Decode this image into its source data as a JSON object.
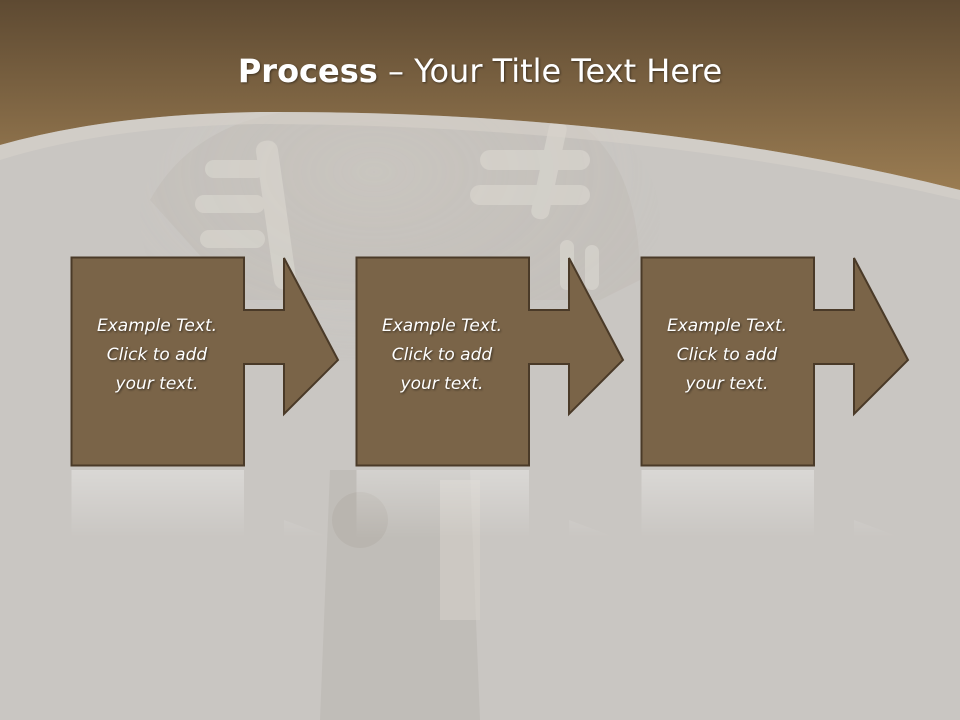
{
  "slide": {
    "title_bold": "Process",
    "title_rest": " – Your Title Text Here",
    "colors": {
      "header_dark": "#6b5538",
      "header_light": "#9a7c52",
      "box_fill": "#7a6448",
      "box_stroke": "#4a3a28",
      "background": "#c9c6c2"
    }
  },
  "steps": [
    {
      "line1": "Example Text.",
      "line2": "Click  to add",
      "line3": "your text."
    },
    {
      "line1": "Example Text.",
      "line2": "Click  to add",
      "line3": "your text."
    },
    {
      "line1": "Example Text.",
      "line2": "Click  to add",
      "line3": "your text."
    }
  ]
}
